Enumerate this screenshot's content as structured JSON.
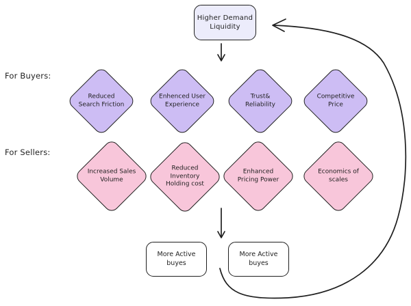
{
  "diagram": {
    "title_node": {
      "label": "Higher Demand Liquidity"
    },
    "row_labels": {
      "buyers": "For Buyers:",
      "sellers": "For Sellers:"
    },
    "buyers": {
      "items": [
        {
          "label": "Reduced Search Friction"
        },
        {
          "label": "Enhenced User Experience"
        },
        {
          "label": "Trust& Reliability"
        },
        {
          "label": "Competitive Price"
        }
      ]
    },
    "sellers": {
      "items": [
        {
          "label": "Increased Sales Volume"
        },
        {
          "label": "Reduced Inventory Holding cost"
        },
        {
          "label": "Enhanced Pricing Power"
        },
        {
          "label": "Economics of scales"
        }
      ]
    },
    "outcomes": [
      {
        "label": "More Active buyes"
      },
      {
        "label": "More Active buyes"
      }
    ],
    "arrows": [
      {
        "name": "title-to-buyers",
        "type": "straight-down"
      },
      {
        "name": "sellers-to-outcomes",
        "type": "straight-down"
      },
      {
        "name": "feedback-loop-to-title",
        "type": "curved-right-loop"
      }
    ],
    "colors": {
      "buyer_fill": "#cdbdf4",
      "seller_fill": "#f8c6da",
      "title_fill": "#ececfb",
      "outcome_fill": "#ffffff",
      "stroke": "#1e1e1e",
      "background": "#ffffff"
    }
  }
}
